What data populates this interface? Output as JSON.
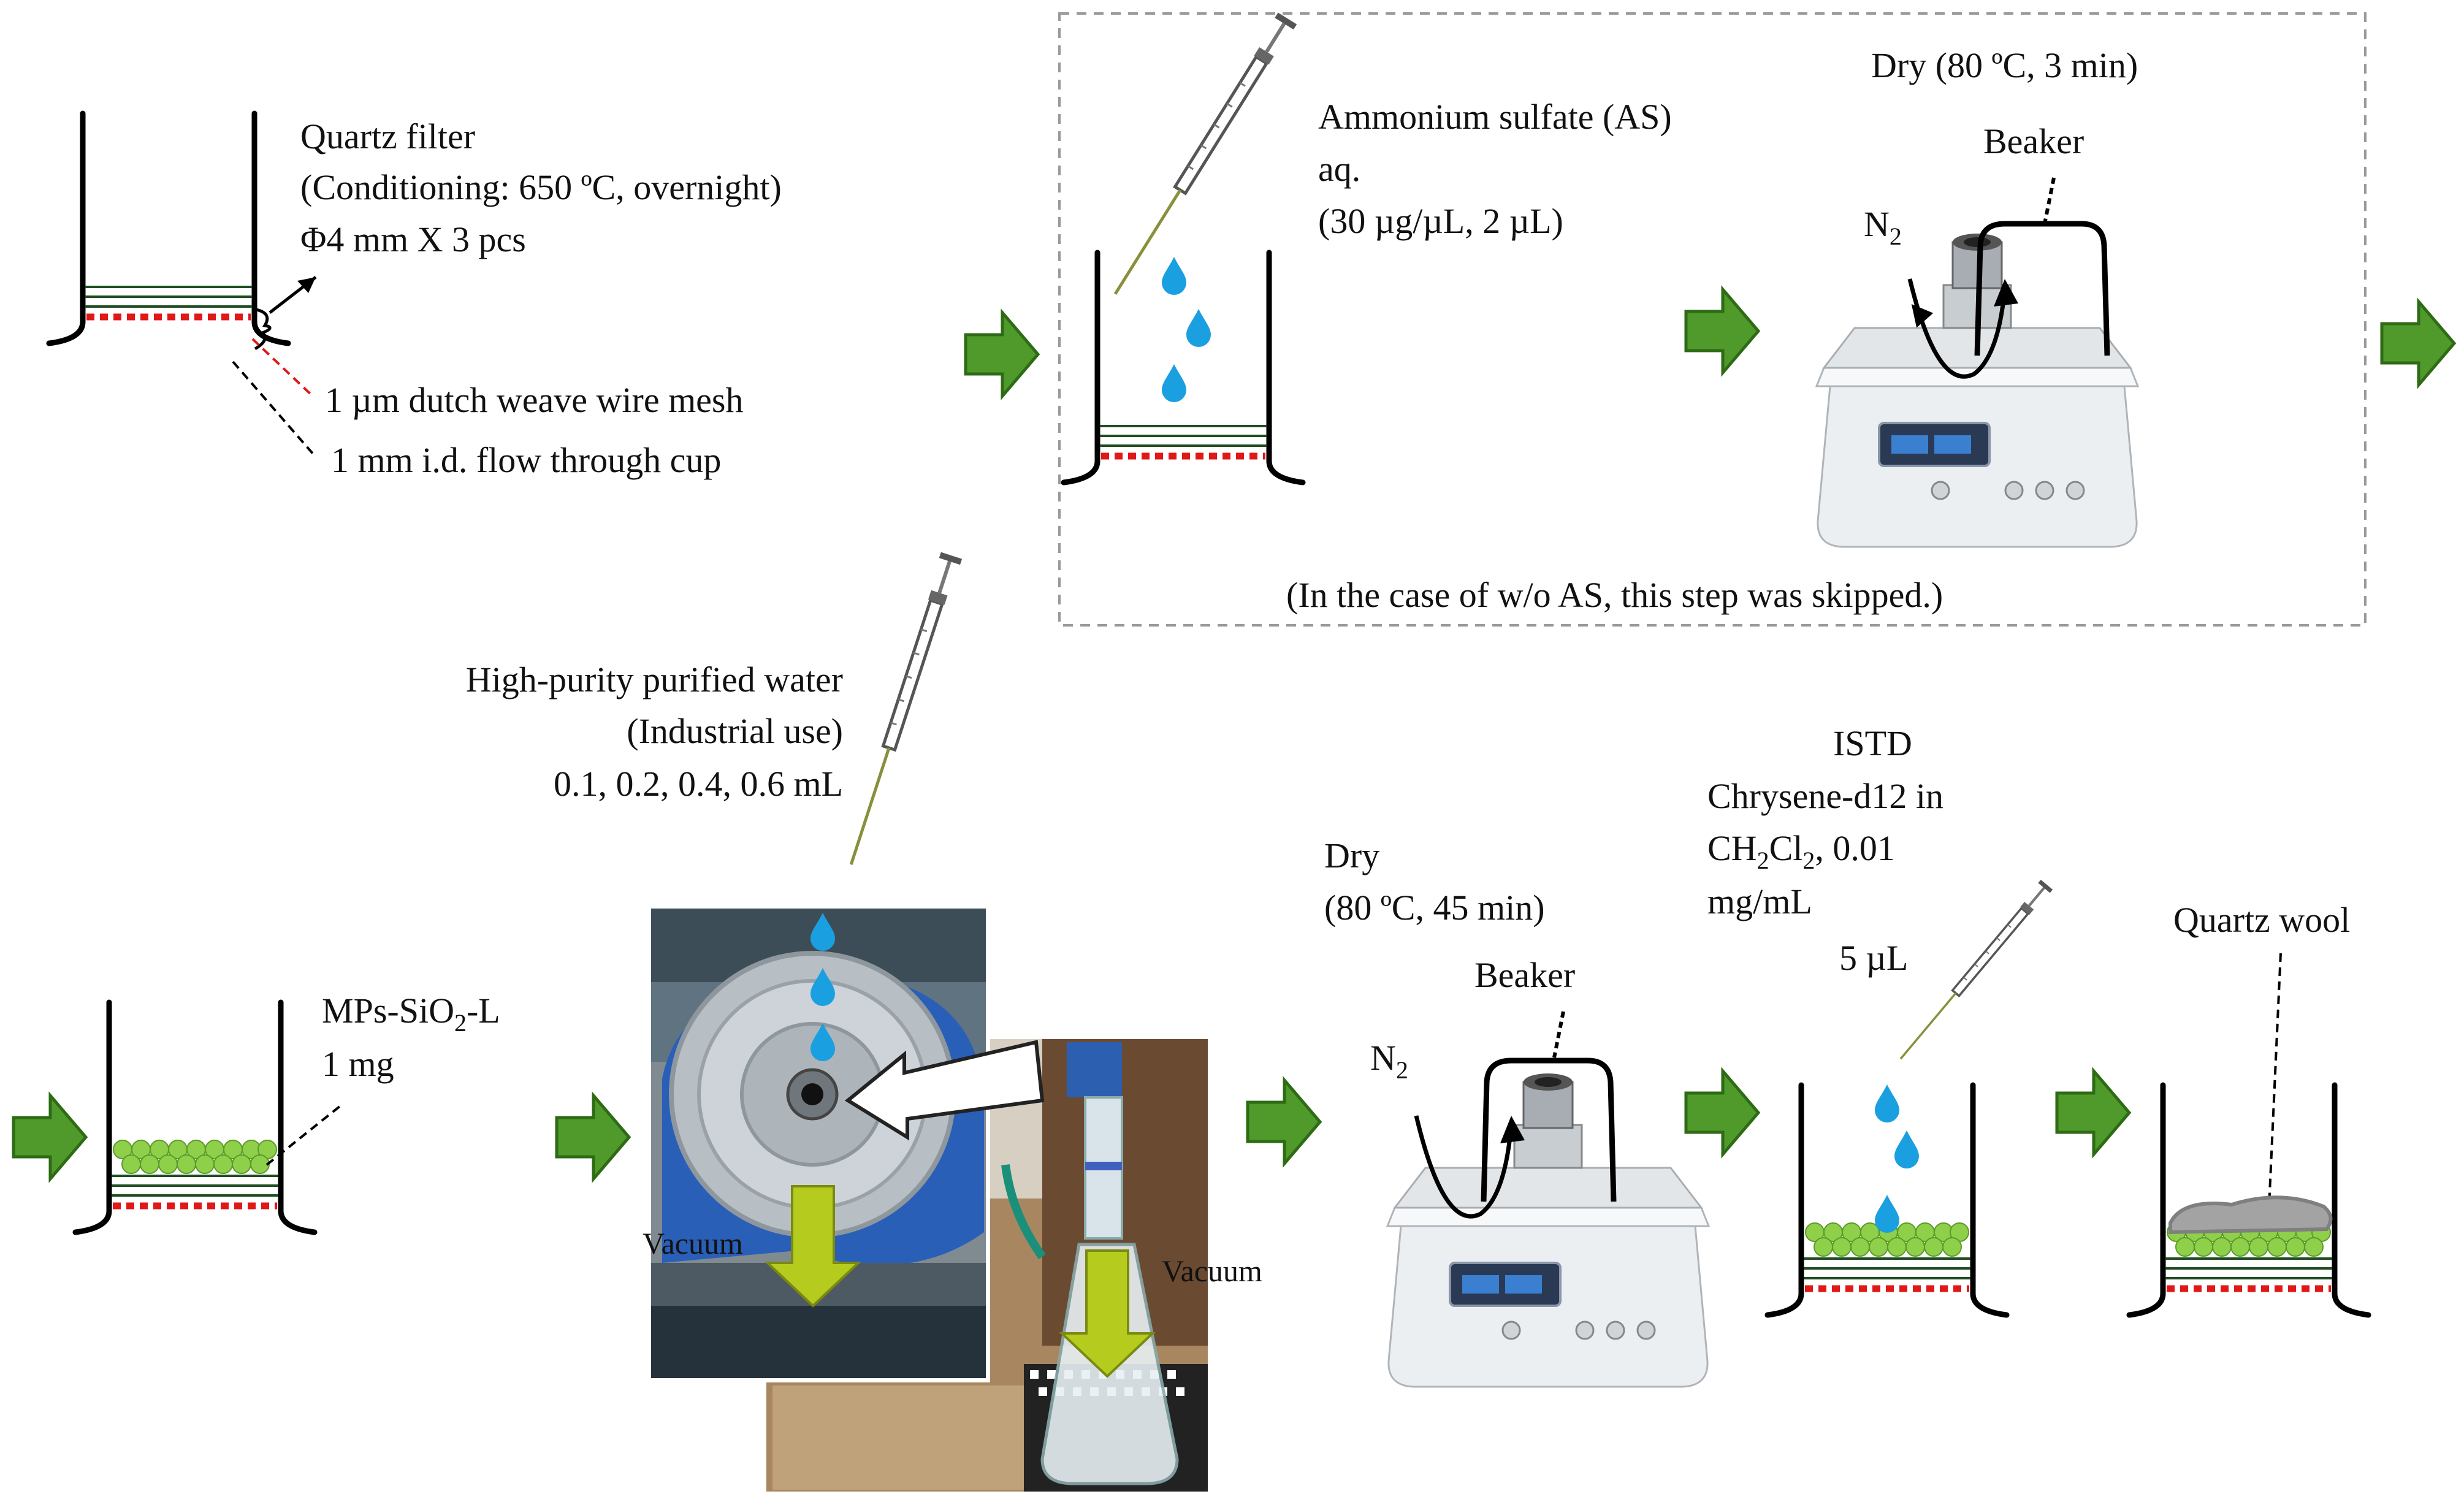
{
  "step1": {
    "filter_title": "Quartz filter",
    "filter_conditioning": "(Conditioning: 650 ºC, overnight)",
    "filter_size": "Φ4 mm X 3 pcs",
    "mesh_label": "1 µm dutch weave wire mesh",
    "cup_label": "1 mm i.d. flow through cup"
  },
  "step2": {
    "as_line1": "Ammonium sulfate (AS)",
    "as_line2": "aq.",
    "as_line3": "(30 µg/µL, 2 µL)",
    "dry_label": "Dry (80 ºC, 3 min)",
    "beaker_label": "Beaker",
    "n2_base": "N",
    "n2_sub": "2",
    "skip_note": "(In the case of w/o AS, this step was skipped.)"
  },
  "step3": {
    "mps_base": "MPs-SiO",
    "mps_sub": "2",
    "mps_suffix": "-L",
    "mps_mass": "1 mg"
  },
  "step4": {
    "water_line1": "High-purity purified water",
    "water_line2": "(Industrial use)",
    "water_line3": "0.1, 0.2, 0.4, 0.6 mL",
    "vacuum_label_1": "Vacuum",
    "vacuum_label_2": "Vacuum"
  },
  "step5": {
    "dry_line1": "Dry",
    "dry_line2": "(80 ºC, 45 min)",
    "beaker_label": "Beaker",
    "n2_base": "N",
    "n2_sub": "2"
  },
  "step6": {
    "istd_line1": "ISTD",
    "istd_line2": "Chrysene-d12 in",
    "istd_ch": "CH",
    "istd_sub1": "2",
    "istd_cl": "Cl",
    "istd_sub2": "2",
    "istd_conc": ", 0.01",
    "istd_unit": "mg/mL",
    "istd_volume": "5 µL"
  },
  "step7": {
    "wool_label": "Quartz wool"
  },
  "colors": {
    "arrow_green": "#4f9a2b",
    "arrow_green_dark": "#2e6b15",
    "bead_green": "#8fd04b",
    "mesh_red": "#e01818",
    "filter_green": "#1f4d1f",
    "drop_blue": "#1aa0e0",
    "vacuum_arrow": "#b5cc1e"
  }
}
